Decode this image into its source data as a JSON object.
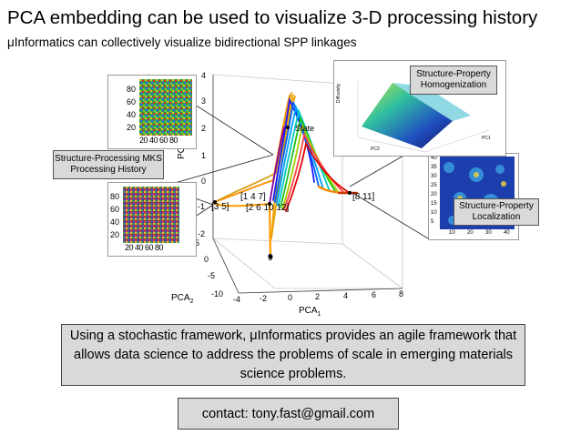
{
  "title": "PCA embedding can be used to visualize 3-D processing history",
  "subtitle": "μInformatics can collectively visualize bidirectional SPP linkages",
  "callouts": {
    "homogenization": "Structure-Property Homogenization",
    "processing": "Structure-Processing MKS Processing History",
    "localization": "Structure-Property Localization"
  },
  "summary": "Using a stochastic framework, μInformatics provides an agile framework that allows data science to address the problems of scale in emerging materials science problems.",
  "contact": "contact: tony.fast@gmail.com",
  "plot": {
    "axis_pca1": "PCA",
    "axis_pca1_sub": "1",
    "axis_pca2": "PCA",
    "axis_pca2_sub": "2",
    "axis_pca3": "PCA",
    "axis_pca3_sub": "3",
    "z_ticks": [
      "4",
      "3",
      "2",
      "1",
      "0",
      "-1",
      "-2"
    ],
    "y_ticks": [
      "5",
      "0",
      "-5",
      "-10"
    ],
    "x_ticks": [
      "-4",
      "-2",
      "0",
      "2",
      "4",
      "6",
      "8"
    ],
    "state_label": "State",
    "point_labels": [
      "[1 4 7]",
      "[3 5]",
      "[2 6 10 12]",
      "[8 11]",
      "9"
    ]
  },
  "thumb_left_top": {
    "y_ticks": [
      "80",
      "60",
      "40",
      "20"
    ],
    "x_ticks": "20 40 60 80"
  },
  "thumb_left_bottom": {
    "y_ticks": [
      "80",
      "60",
      "40",
      "20"
    ],
    "x_ticks": "20 40 60 80"
  },
  "thumb_right": {
    "y_ticks": [
      "40",
      "35",
      "30",
      "25",
      "20",
      "15",
      "10",
      "5"
    ],
    "x_ticks": [
      "10",
      "20",
      "30",
      "40"
    ]
  },
  "inset_surface": {
    "ylabel": "Diffusivity",
    "xlabel1": "PC2",
    "xlabel2": "PC1"
  }
}
